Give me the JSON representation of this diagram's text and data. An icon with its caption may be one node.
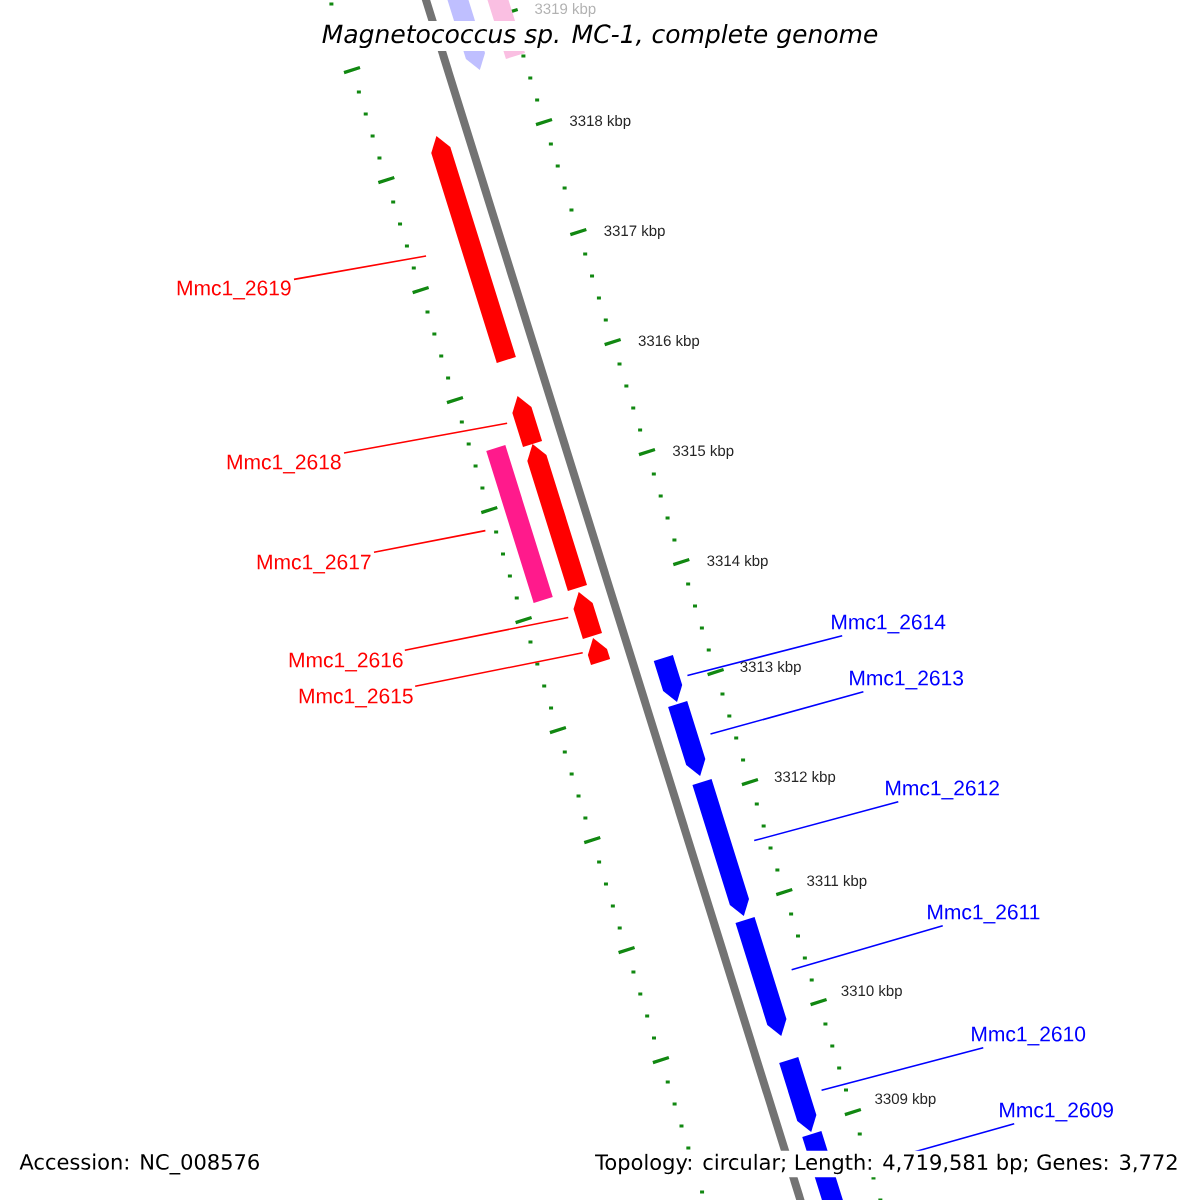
{
  "diagram": {
    "title": "Magnetococcus sp. MC-1, complete genome",
    "nodes": [
      {
        "text": [],
        "shape": "arrow"
      },
      {
        "text": [],
        "shape": "bar"
      },
      {
        "text": [],
        "shape": "arrow"
      },
      {
        "text": [],
        "shape": "arrow"
      },
      {
        "text": [],
        "shape": "bar"
      },
      {
        "text": [],
        "shape": "arrow"
      },
      {
        "text": [],
        "shape": "arrow"
      },
      {
        "text": [],
        "shape": "arrow"
      },
      {
        "text": [],
        "shape": "arrow"
      },
      {
        "text": [],
        "shape": "arrow"
      },
      {
        "text": [],
        "shape": "arrow"
      },
      {
        "text": [],
        "shape": "arrow"
      },
      {
        "text": [],
        "shape": "arrow"
      },
      {
        "text": [],
        "shape": "arrow"
      },
      {
        "text": [
          "Mmc1_2619"
        ]
      },
      {
        "text": [
          "Mmc1_2618"
        ]
      },
      {
        "text": [
          "Mmc1_2617"
        ]
      },
      {
        "text": [
          "Mmc1_2616"
        ]
      },
      {
        "text": [
          "Mmc1_2615"
        ]
      },
      {
        "text": [
          "Mmc1_2614"
        ]
      },
      {
        "text": [
          "Mmc1_2613"
        ]
      },
      {
        "text": [
          "Mmc1_2612"
        ]
      },
      {
        "text": [
          "Mmc1_2611"
        ]
      },
      {
        "text": [
          "Mmc1_2610"
        ]
      },
      {
        "text": [
          "Mmc1_2609"
        ]
      }
    ],
    "edges": [
      {
        "from": 14,
        "to": 2,
        "arrow": "none",
        "color": "#ff0000"
      },
      {
        "from": 15,
        "to": 3,
        "arrow": "none",
        "color": "#ff0000"
      },
      {
        "from": 16,
        "to": 4,
        "arrow": "none",
        "color": "#ff0000"
      },
      {
        "from": 17,
        "to": 6,
        "arrow": "none",
        "color": "#ff0000"
      },
      {
        "from": 18,
        "to": 7,
        "arrow": "none",
        "color": "#ff0000"
      },
      {
        "from": 19,
        "to": 8,
        "arrow": "none"
      },
      {
        "from": 20,
        "to": 9,
        "arrow": "none"
      },
      {
        "from": 21,
        "to": 10,
        "arrow": "none"
      },
      {
        "from": 22,
        "to": 11,
        "arrow": "none"
      },
      {
        "from": 23,
        "to": 12,
        "arrow": "none"
      },
      {
        "from": 24,
        "to": 13,
        "arrow": "none"
      }
    ],
    "labels": [
      "3319 kbp",
      "3318 kbp",
      "3317 kbp",
      "3316 kbp",
      "3315 kbp",
      "3314 kbp",
      "3313 kbp",
      "3312 kbp",
      "3311 kbp",
      "3310 kbp",
      "3309 kbp",
      "Accession: NC_008576",
      "Topology: circular; Length: 4,719,581 bp; Genes: 3,772"
    ]
  }
}
